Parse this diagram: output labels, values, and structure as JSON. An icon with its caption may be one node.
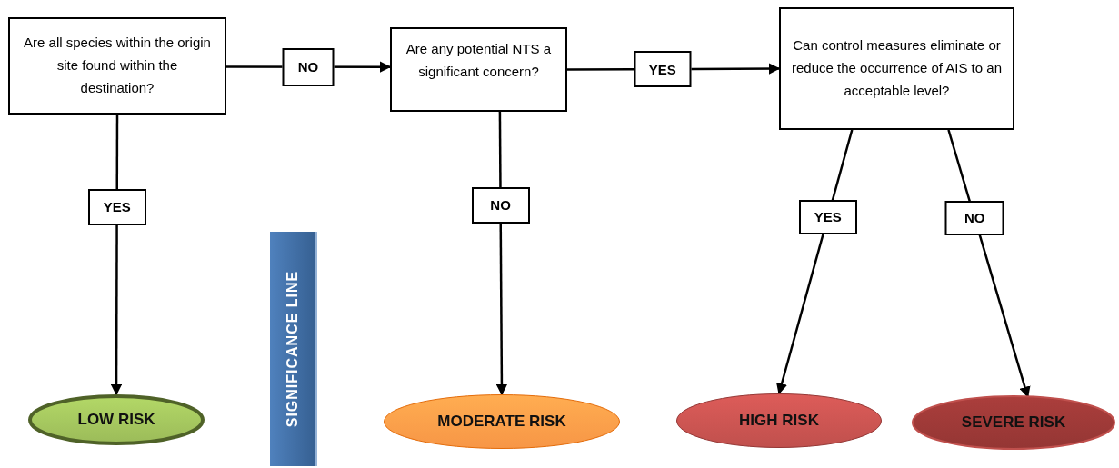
{
  "diagram": {
    "nodes": [
      {
        "text": [
          "Are all species within the origin site found within the destination?"
        ]
      },
      {
        "text": [
          "Are any potential NTS a significant concern?"
        ]
      },
      {
        "text": [
          "Can control measures eliminate or reduce the occurrence of AIS to an acceptable level?"
        ]
      },
      {
        "text": [
          "LOW RISK"
        ]
      },
      {
        "text": [
          "MODERATE RISK"
        ]
      },
      {
        "text": [
          "HIGH RISK"
        ]
      },
      {
        "text": [
          "SEVERE RISK"
        ]
      },
      {
        "text": [
          "SIGNIFICANCE LINE"
        ]
      }
    ],
    "edges": [
      {
        "from": 0,
        "to": 1,
        "arrow": "to",
        "label": "NO"
      },
      {
        "from": 1,
        "to": 2,
        "arrow": "to",
        "label": "YES"
      },
      {
        "from": 0,
        "to": 3,
        "arrow": "to",
        "label": "YES"
      },
      {
        "from": 1,
        "to": 4,
        "arrow": "to",
        "label": "NO"
      },
      {
        "from": 2,
        "to": 5,
        "arrow": "to",
        "label": "YES"
      },
      {
        "from": 2,
        "to": 6,
        "arrow": "to",
        "label": "NO"
      }
    ]
  }
}
